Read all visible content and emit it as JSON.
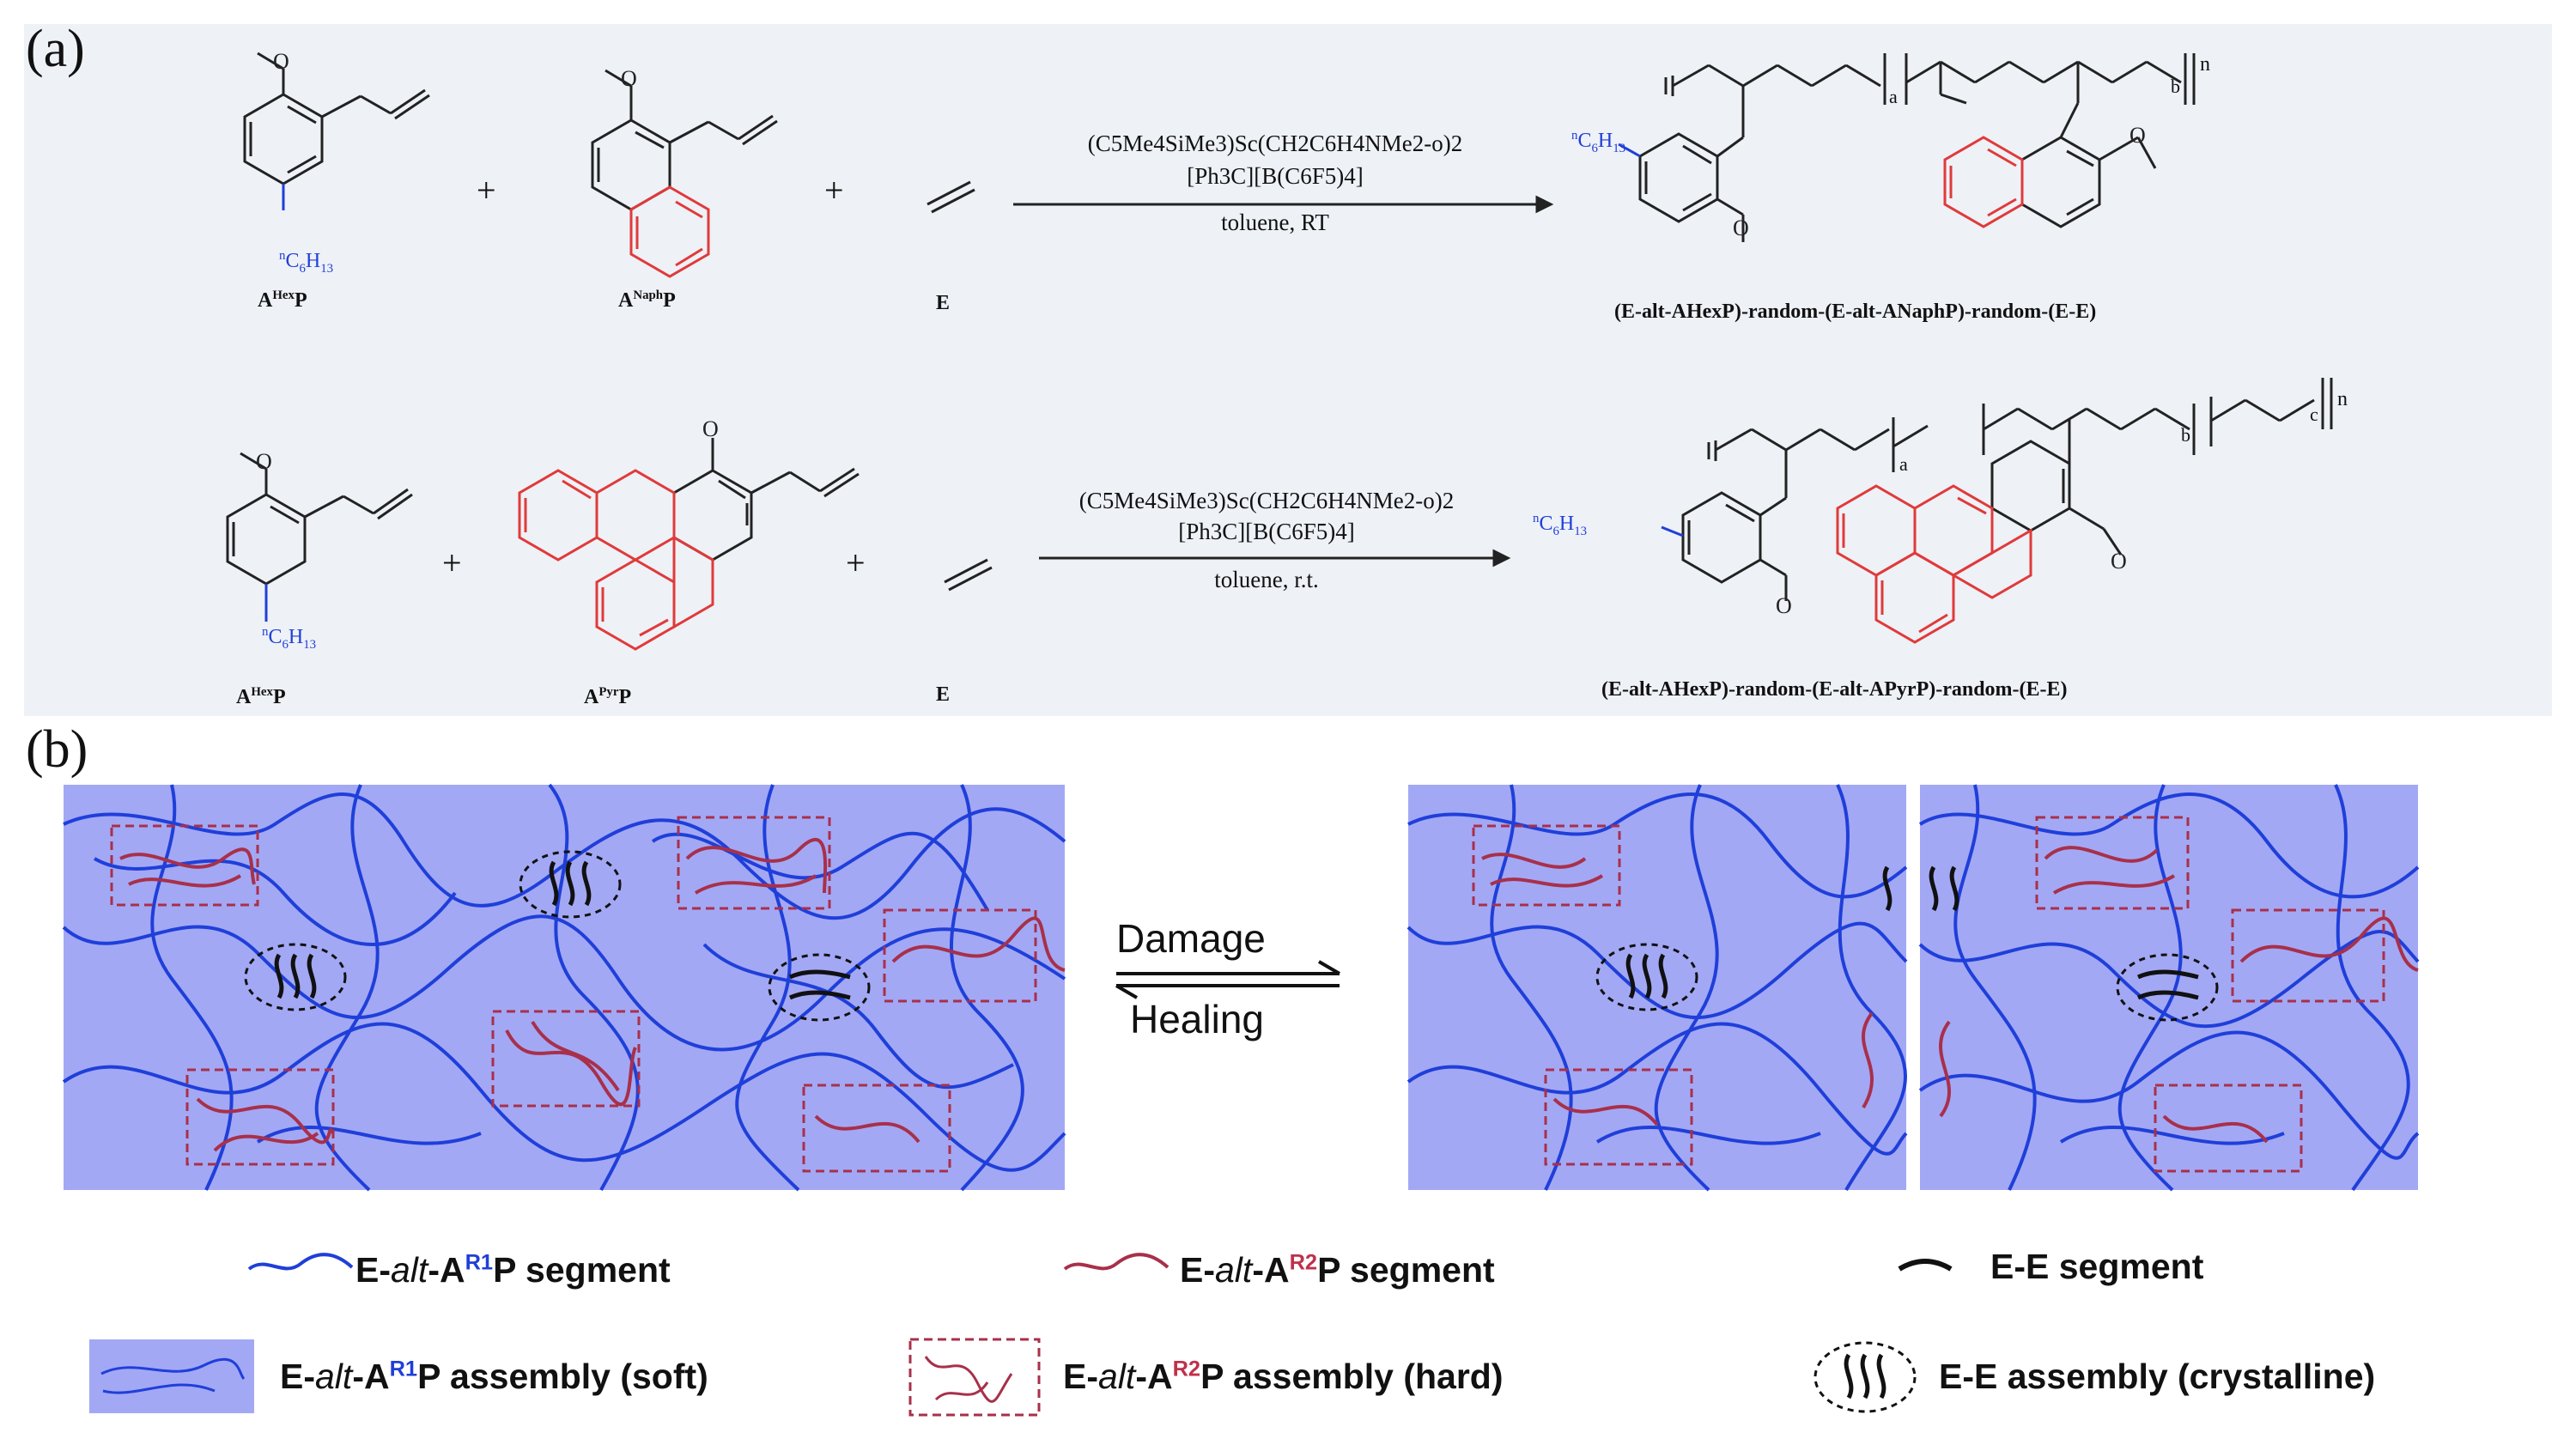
{
  "panel_a": {
    "label": "(a)",
    "row1": {
      "reactant1": {
        "base": "A",
        "sup": "Hex",
        "tail": "P"
      },
      "reactant1_substituent": {
        "pre": "n",
        "main": "C",
        "sub1": "6",
        "mid": "H",
        "sub2": "13"
      },
      "reactant2": {
        "base": "A",
        "sup": "Naph",
        "tail": "P"
      },
      "reactant3": "E",
      "plus": "+",
      "catalyst_line1": "(C5Me4SiMe3)Sc(CH2C6H4NMe2-o)2",
      "catalyst_line2": "[Ph3C][B(C6F5)4]",
      "conditions": "toluene, RT",
      "product_label": "(E-alt-AHexP)-random-(E-alt-ANaphP)-random-(E-E)",
      "product_substituent": {
        "pre": "n",
        "main": "C",
        "sub1": "6",
        "mid": "H",
        "sub2": "13"
      },
      "subscripts": {
        "a": "a",
        "b": "b",
        "n": "n"
      }
    },
    "row2": {
      "reactant1": {
        "base": "A",
        "sup": "Hex",
        "tail": "P"
      },
      "reactant1_substituent": {
        "pre": "n",
        "main": "C",
        "sub1": "6",
        "mid": "H",
        "sub2": "13"
      },
      "reactant2": {
        "base": "A",
        "sup": "Pyr",
        "tail": "P"
      },
      "reactant3": "E",
      "plus": "+",
      "catalyst_line1": "(C5Me4SiMe3)Sc(CH2C6H4NMe2-o)2",
      "catalyst_line2": "[Ph3C][B(C6F5)4]",
      "conditions": "toluene, r.t.",
      "product_label": "(E-alt-AHexP)-random-(E-alt-APyrP)-random-(E-E)",
      "product_substituent": {
        "pre": "n",
        "main": "C",
        "sub1": "6",
        "mid": "H",
        "sub2": "13"
      },
      "subscripts": {
        "a": "a",
        "b": "b",
        "c": "c",
        "n": "n"
      }
    }
  },
  "panel_b": {
    "label": "(b)",
    "arrow_top": "Damage",
    "arrow_bottom": "Healing"
  },
  "legend": {
    "seg1": {
      "pre": "E-",
      "alt": "alt",
      "mid": "-A",
      "sup": "R1",
      "post": "P segment"
    },
    "seg2": {
      "pre": "E-",
      "alt": "alt",
      "mid": "-A",
      "sup": "R2",
      "post": "P segment"
    },
    "seg3": "E-E segment",
    "asm1": {
      "pre": "E-",
      "alt": "alt",
      "mid": "-A",
      "sup": "R1",
      "post": "P assembly (soft)"
    },
    "asm2": {
      "pre": "E-",
      "alt": "alt",
      "mid": "-A",
      "sup": "R2",
      "post": "P assembly (hard)"
    },
    "asm3": "E-E assembly (crystalline)"
  },
  "colors": {
    "soft_matrix": "#a3a8f5",
    "soft_chain": "#1f3fd9",
    "hard_chain": "#a8304a",
    "ee_segment": "#111111",
    "aromatic_ring": "#e03a3a",
    "hexyl_blue": "#1f3fd9",
    "panel_bg": "#eef1f6"
  }
}
